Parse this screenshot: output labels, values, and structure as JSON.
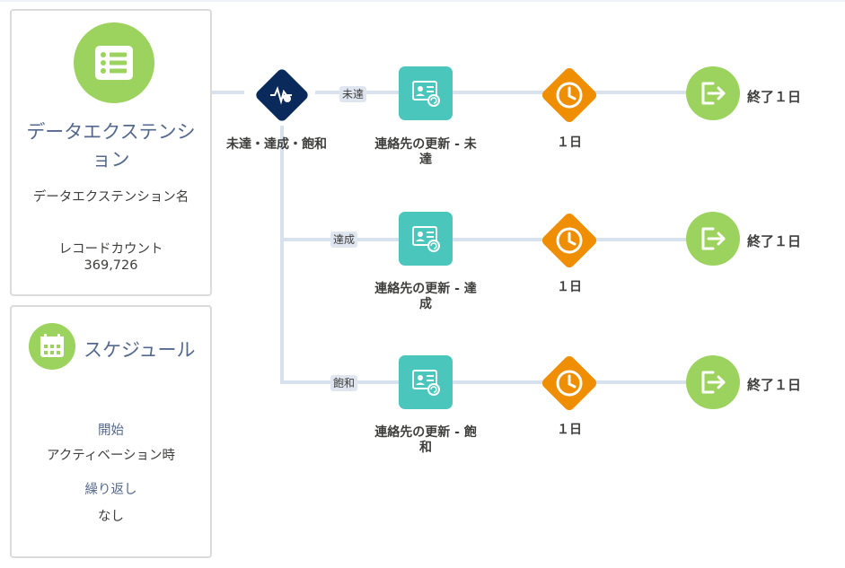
{
  "source_card": {
    "icon": "list-icon",
    "title": "データエクステンション",
    "subtitle": "データエクステンション名",
    "count_label": "レコードカウント",
    "count_value": "369,726"
  },
  "schedule_card": {
    "icon": "calendar-icon",
    "title": "スケジュール",
    "start_label": "開始",
    "start_value": "アクティベーション時",
    "repeat_label": "繰り返し",
    "repeat_value": "なし"
  },
  "split": {
    "icon": "engagement-split-icon",
    "label": "未達・達成・飽和"
  },
  "paths": [
    {
      "tag": "未達",
      "activity_label_line1": "連絡先の更新 - 未",
      "activity_label_line2": "達",
      "wait_label": "１日",
      "exit_label": "終了１日"
    },
    {
      "tag": "達成",
      "activity_label_line1": "連絡先の更新 - 達",
      "activity_label_line2": "成",
      "wait_label": "１日",
      "exit_label": "終了１日"
    },
    {
      "tag": "飽和",
      "activity_label_line1": "連絡先の更新 - 飽",
      "activity_label_line2": "和",
      "wait_label": "１日",
      "exit_label": "終了１日"
    }
  ],
  "colors": {
    "green": "#9cd35f",
    "teal": "#4bc6bd",
    "orange": "#ef8e00",
    "navy": "#0a2a5c",
    "connector": "#d8e1ee",
    "title_blue": "#54698d"
  }
}
